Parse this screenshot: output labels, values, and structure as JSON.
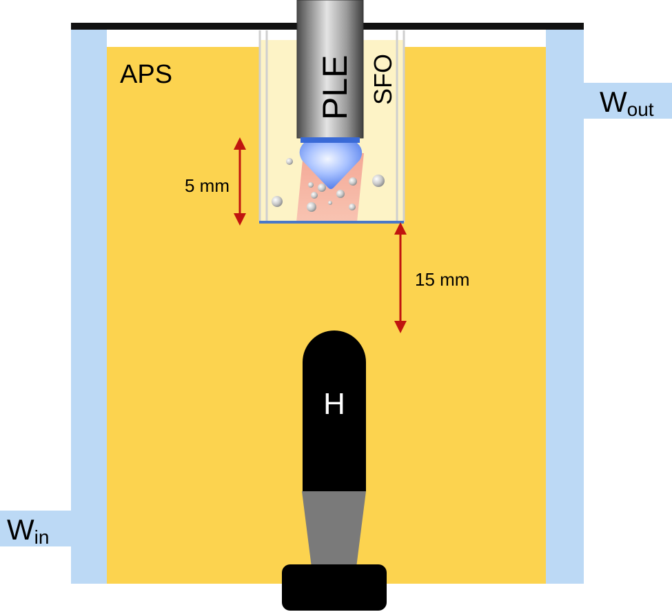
{
  "labels": {
    "aps": "APS",
    "ple": "PLE",
    "sfo": "SFO",
    "heater": "H",
    "w_out_main": "W",
    "w_out_sub": "out",
    "w_in_main": "W",
    "w_in_sub": "in",
    "dist_5": "5 mm",
    "dist_15": "15 mm"
  },
  "colors": {
    "aps_fill": "#fcd34f",
    "water_pipe": "#bcd9f5",
    "sfo_fill": "#fdf3c6",
    "plume": "#f6b6a4",
    "arrow": "#c0140f",
    "heater": "#000000",
    "heater_neck": "#7a7a7a",
    "membrane": "#4a78c8"
  }
}
